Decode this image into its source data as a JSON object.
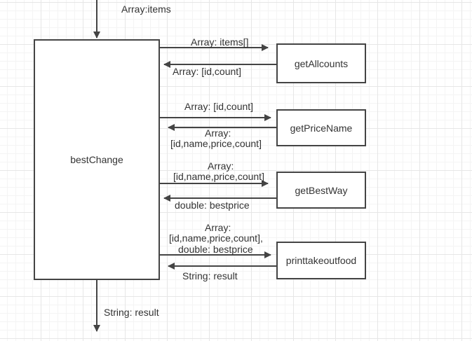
{
  "nodes": {
    "main": "bestChange",
    "get_all_counts": "getAllcounts",
    "get_price_name": "getPriceName",
    "get_best_way": "getBestWay",
    "print_takeout_food": "printtakeoutfood"
  },
  "edges": {
    "input": "Array:items",
    "to_get_all_counts": "Array: items[]",
    "from_get_all_counts": "Array: [id,count]",
    "to_get_price_name": "Array: [id,count]",
    "from_get_price_name_1": "Array:",
    "from_get_price_name_2": "[id,name,price,count]",
    "to_get_best_way_1": "Array:",
    "to_get_best_way_2": "[id,name,price,count]",
    "from_get_best_way": "double: bestprice",
    "to_print_1": "Array:",
    "to_print_2": "[id,name,price,count],",
    "to_print_3": "double: bestprice",
    "from_print": "String: result",
    "output": "String: result"
  },
  "colors": {
    "stroke": "#444444",
    "text": "#333333",
    "grid": "#e6e6e6"
  }
}
